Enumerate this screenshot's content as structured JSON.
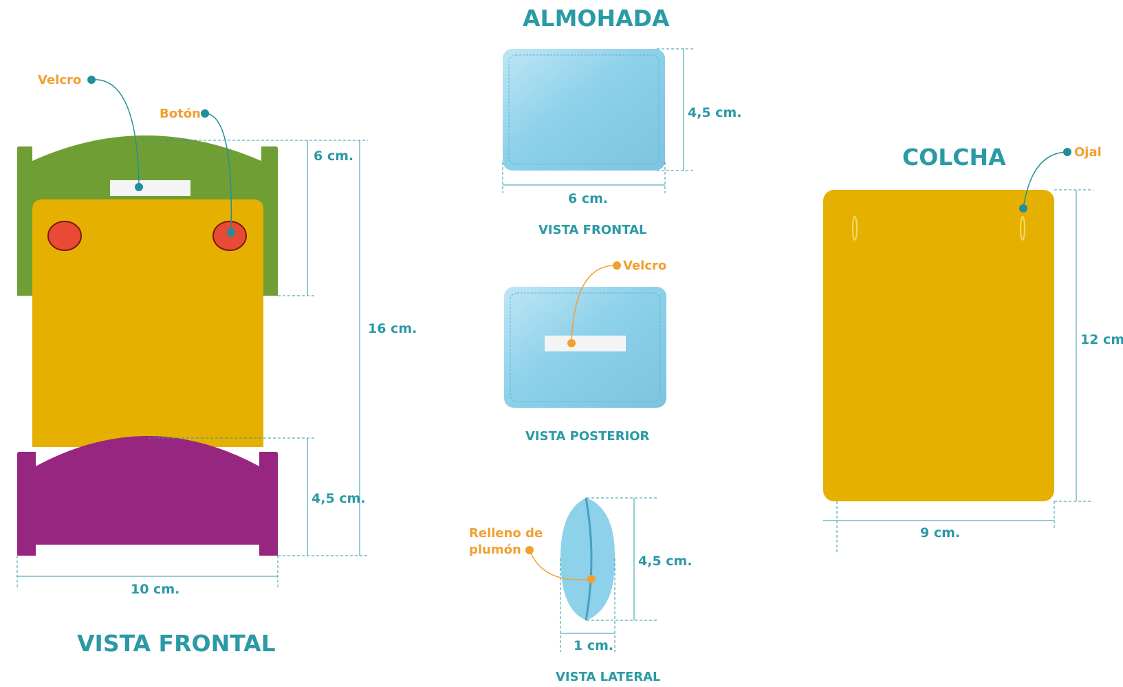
{
  "colors": {
    "teal": "#2a9aa6",
    "orange": "#f0a030",
    "green": "#6f9e35",
    "yellow": "#e5b000",
    "purple": "#96267f",
    "red": "#e94a35",
    "pillow": "#8dd1ea"
  },
  "bed": {
    "title": "VISTA FRONTAL",
    "callout_velcro": "Velcro",
    "callout_button": "Botón",
    "dim_headboard": "6 cm.",
    "dim_total": "16 cm.",
    "dim_footboard": "4,5 cm.",
    "dim_width": "10 cm."
  },
  "pillow": {
    "title": "ALMOHADA",
    "front_label": "VISTA FRONTAL",
    "front_height": "4,5 cm.",
    "front_width": "6 cm.",
    "back_label": "VISTA POSTERIOR",
    "back_callout": "Velcro",
    "side_label": "VISTA LATERAL",
    "side_callout_line1": "Relleno de",
    "side_callout_line2": "plumón",
    "side_height": "4,5 cm.",
    "side_width": "1 cm."
  },
  "quilt": {
    "title": "COLCHA",
    "callout": "Ojal",
    "height": "12 cm.",
    "width": "9 cm."
  }
}
